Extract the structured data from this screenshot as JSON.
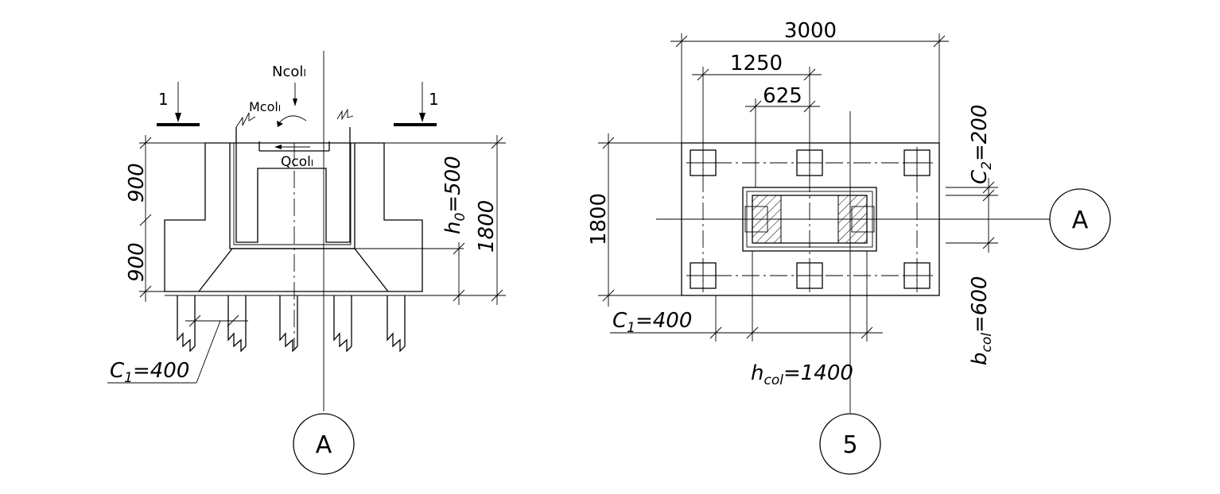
{
  "section": {
    "cut_mark_label": "1",
    "axis_label": "A",
    "load_n": "Ncol",
    "load_m": "Mcol",
    "load_q": "Qcol",
    "load_sub": "I",
    "dim_900_top": "900",
    "dim_900_bottom": "900",
    "dim_1800": "1800",
    "h0_sym": "h",
    "h0_sub": "0",
    "h0_val": "=500",
    "c1_sym": "C",
    "c1_sub": "1",
    "c1_val": "=400"
  },
  "plan": {
    "axis_label_a": "A",
    "axis_label_5": "5",
    "dim_3000": "3000",
    "dim_1250": "1250",
    "dim_625": "625",
    "dim_1800": "1800",
    "c2_sym": "C",
    "c2_sub": "2",
    "c2_val": "=200",
    "bcol_sym": "b",
    "bcol_sub": "col",
    "bcol_val": "=600",
    "c1_sym": "C",
    "c1_sub": "1",
    "c1_val": "=400",
    "hcol_sym": "h",
    "hcol_sub": "col",
    "hcol_val": "=1400"
  }
}
